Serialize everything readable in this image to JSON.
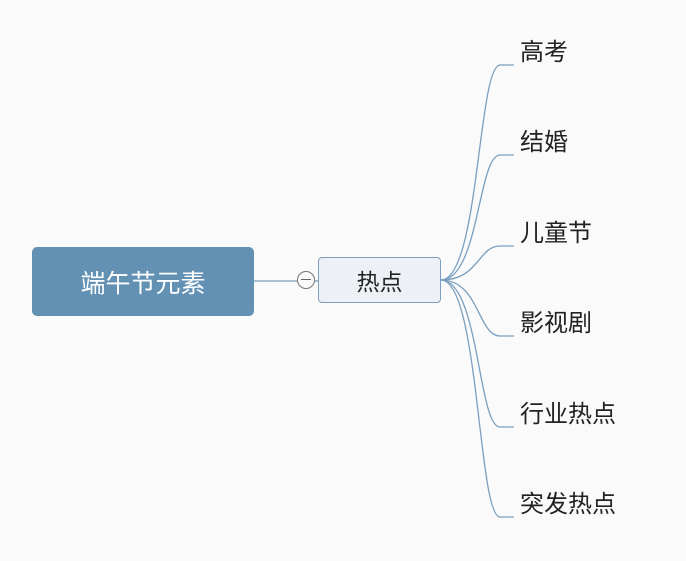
{
  "mindmap": {
    "root": {
      "label": "端午节元素"
    },
    "main_topic": {
      "label": "热点"
    },
    "subtopics": [
      {
        "label": "高考"
      },
      {
        "label": "结婚"
      },
      {
        "label": "儿童节"
      },
      {
        "label": "影视剧"
      },
      {
        "label": "行业热点"
      },
      {
        "label": "突发热点"
      }
    ],
    "colors": {
      "root_fill": "#6391b4",
      "topic_fill": "#edf1f6",
      "topic_border": "#7a9fc0",
      "connector": "#7a9fc0"
    }
  }
}
